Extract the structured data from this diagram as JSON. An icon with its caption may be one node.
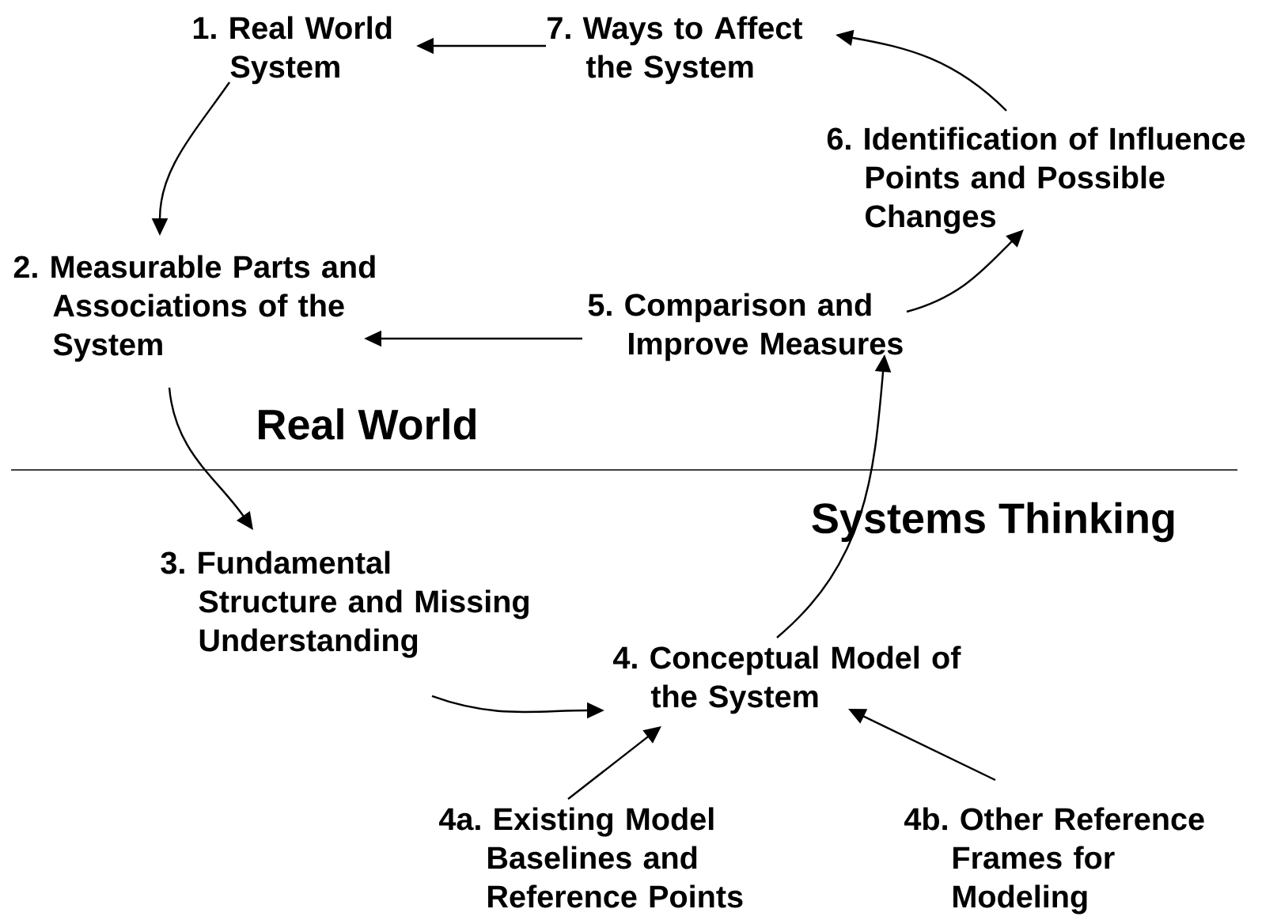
{
  "diagram": {
    "nodes": [
      {
        "text": [
          "1. Real World System"
        ]
      },
      {
        "text": [
          "7. Ways to Affect the System"
        ]
      },
      {
        "text": [
          "6. Identification of Influence Points and Possible Changes"
        ]
      },
      {
        "text": [
          "2. Measurable Parts and Associations of the System"
        ]
      },
      {
        "text": [
          "5. Comparison and Improve Measures"
        ]
      },
      {
        "text": [
          "3. Fundamental Structure and Missing Understanding"
        ]
      },
      {
        "text": [
          "4. Conceptual Model of the System"
        ]
      },
      {
        "text": [
          "4a. Existing Model Baselines and Reference Points"
        ]
      },
      {
        "text": [
          "4b. Other Reference Frames for Modeling"
        ]
      }
    ],
    "edges": [
      {
        "from": 1,
        "to": 0,
        "arrow": "to"
      },
      {
        "from": 0,
        "to": 3,
        "arrow": "to"
      },
      {
        "from": 4,
        "to": 3,
        "arrow": "to"
      },
      {
        "from": 3,
        "to": 5,
        "arrow": "to"
      },
      {
        "from": 5,
        "to": 6,
        "arrow": "to"
      },
      {
        "from": 6,
        "to": 4,
        "arrow": "to"
      },
      {
        "from": 4,
        "to": 2,
        "arrow": "to"
      },
      {
        "from": 2,
        "to": 1,
        "arrow": "to"
      },
      {
        "from": 7,
        "to": 6,
        "arrow": "to"
      },
      {
        "from": 8,
        "to": 6,
        "arrow": "to"
      }
    ],
    "labels": [
      "Real World",
      "Systems Thinking"
    ]
  }
}
